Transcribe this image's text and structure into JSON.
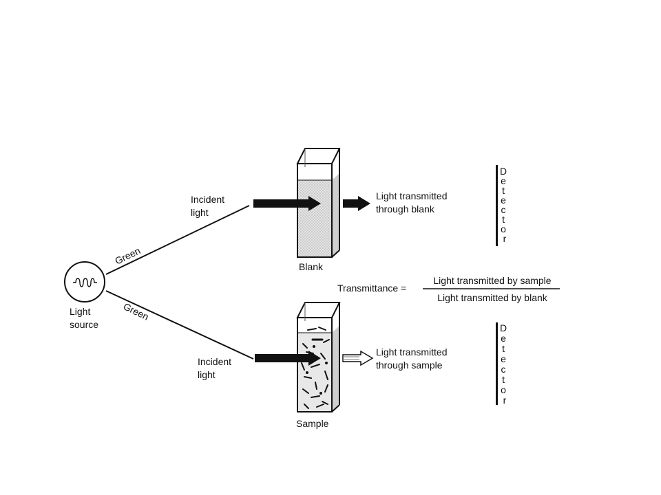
{
  "light_source": {
    "label_line1": "Light",
    "label_line2": "source"
  },
  "beam_top": {
    "color_label": "Green",
    "incident_line1": "Incident",
    "incident_line2": "light"
  },
  "beam_bottom": {
    "color_label": "Green",
    "incident_line1": "Incident",
    "incident_line2": "light"
  },
  "blank": {
    "label": "Blank",
    "transmitted_line1": "Light transmitted",
    "transmitted_line2": "through blank"
  },
  "sample": {
    "label": "Sample",
    "transmitted_line1": "Light transmitted",
    "transmitted_line2": "through sample"
  },
  "detector_top": {
    "letters": [
      "D",
      "e",
      "t",
      "e",
      "c",
      "t",
      "o",
      "r"
    ]
  },
  "detector_bottom": {
    "letters": [
      "D",
      "e",
      "t",
      "e",
      "c",
      "t",
      "o",
      "r"
    ]
  },
  "formula": {
    "lhs": "Transmittance =",
    "numerator": "Light transmitted by sample",
    "denominator": "Light transmitted by blank"
  }
}
